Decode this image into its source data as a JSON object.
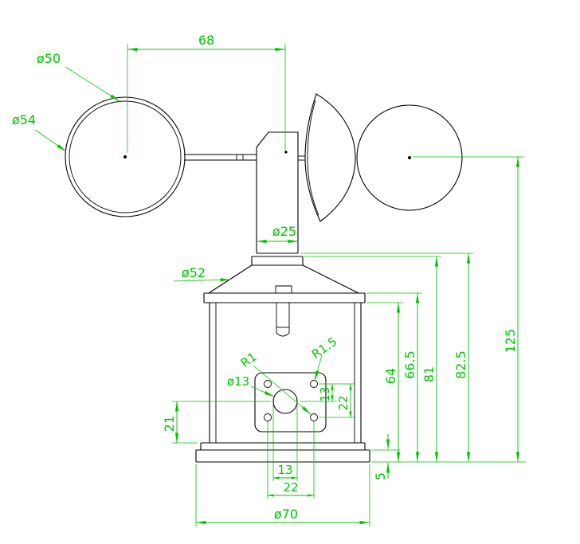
{
  "colors": {
    "background": "#ffffff",
    "geometry_line": "#000000",
    "dimension": "#00c400"
  },
  "labels": {
    "cup_pitch": "68",
    "cup_inner_dia": "ø50",
    "cup_outer_dia": "ø54",
    "shaft_dia": "ø25",
    "flange_dia": "ø52",
    "overall_height": "125",
    "height_82_5": "82.5",
    "height_81": "81",
    "height_66_5": "66.5",
    "height_64": "64",
    "offset_21": "21",
    "radius_r1": "R1",
    "radius_r1_5": "R1.5",
    "center_hole_dia": "ø13",
    "vert_13": "13",
    "vert_22": "22",
    "horiz_13": "13",
    "horiz_22": "22",
    "base_thickness": "5",
    "base_dia": "ø70"
  }
}
